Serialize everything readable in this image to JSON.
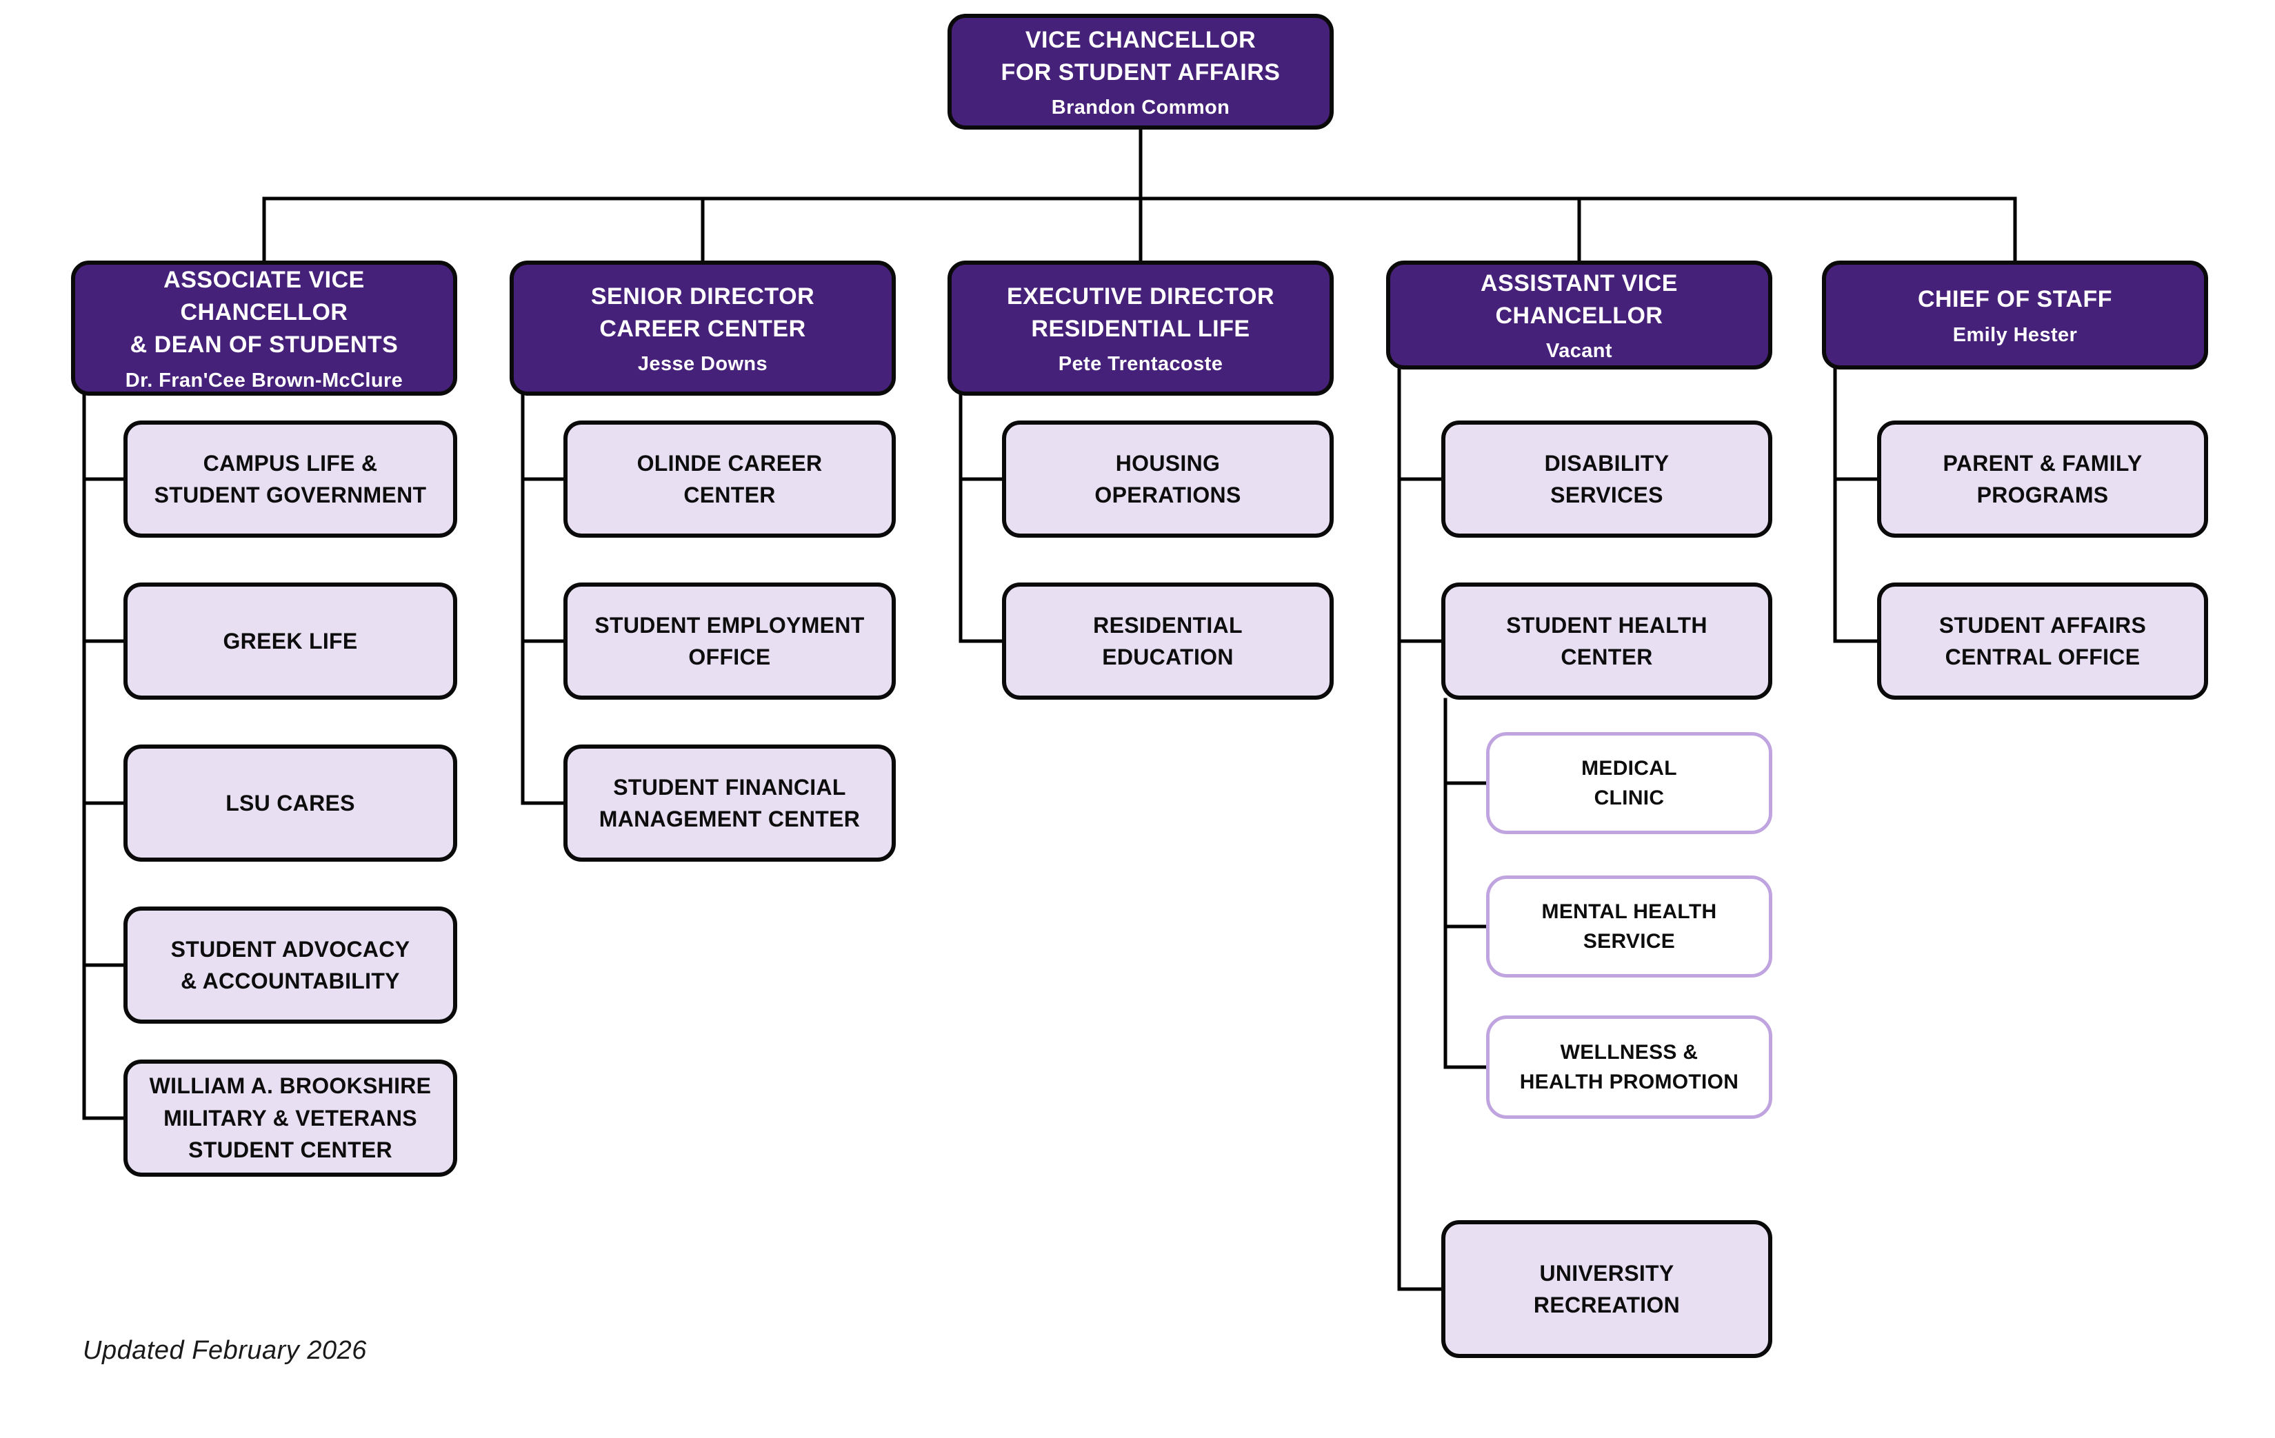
{
  "footer": {
    "updated_note": "Updated February 2026"
  },
  "colors": {
    "header_bg": "#46217A",
    "header_text": "#FFFFFF",
    "child_bg": "#E8DFF3",
    "child_text": "#0D0D0D",
    "box_border": "#0A0A0A",
    "subchild_bg": "#FFFFFF",
    "subchild_border": "#C0A4DF",
    "connector_line": "#000000",
    "background": "#FFFFFF"
  },
  "org": {
    "root": {
      "title": "VICE CHANCELLOR\nFOR STUDENT AFFAIRS",
      "person": "Brandon Common"
    },
    "branches": [
      {
        "title": "ASSOCIATE VICE CHANCELLOR\n& DEAN OF STUDENTS",
        "person": "Dr. Fran'Cee Brown-McClure",
        "children": [
          {
            "label": "CAMPUS LIFE &\nSTUDENT GOVERNMENT"
          },
          {
            "label": "GREEK LIFE"
          },
          {
            "label": "LSU CARES"
          },
          {
            "label": "STUDENT ADVOCACY\n& ACCOUNTABILITY"
          },
          {
            "label": "WILLIAM A. BROOKSHIRE\nMILITARY & VETERANS\nSTUDENT CENTER"
          }
        ]
      },
      {
        "title": "SENIOR DIRECTOR\nCAREER CENTER",
        "person": "Jesse Downs",
        "children": [
          {
            "label": "OLINDE CAREER\nCENTER"
          },
          {
            "label": "STUDENT EMPLOYMENT\nOFFICE"
          },
          {
            "label": "STUDENT FINANCIAL\nMANAGEMENT CENTER"
          }
        ]
      },
      {
        "title": "EXECUTIVE DIRECTOR\nRESIDENTIAL LIFE",
        "person": "Pete Trentacoste",
        "children": [
          {
            "label": "HOUSING\nOPERATIONS"
          },
          {
            "label": "RESIDENTIAL\nEDUCATION"
          }
        ]
      },
      {
        "title": "ASSISTANT VICE CHANCELLOR",
        "person": "Vacant",
        "children": [
          {
            "label": "DISABILITY\nSERVICES"
          },
          {
            "label": "STUDENT HEALTH\nCENTER",
            "children": [
              {
                "label": "MEDICAL\nCLINIC"
              },
              {
                "label": "MENTAL HEALTH\nSERVICE"
              },
              {
                "label": "WELLNESS &\nHEALTH PROMOTION"
              }
            ]
          },
          {
            "label": "UNIVERSITY\nRECREATION"
          }
        ]
      },
      {
        "title": "CHIEF OF STAFF",
        "person": "Emily Hester",
        "children": [
          {
            "label": "PARENT & FAMILY\nPROGRAMS"
          },
          {
            "label": "STUDENT AFFAIRS\nCENTRAL OFFICE"
          }
        ]
      }
    ]
  }
}
